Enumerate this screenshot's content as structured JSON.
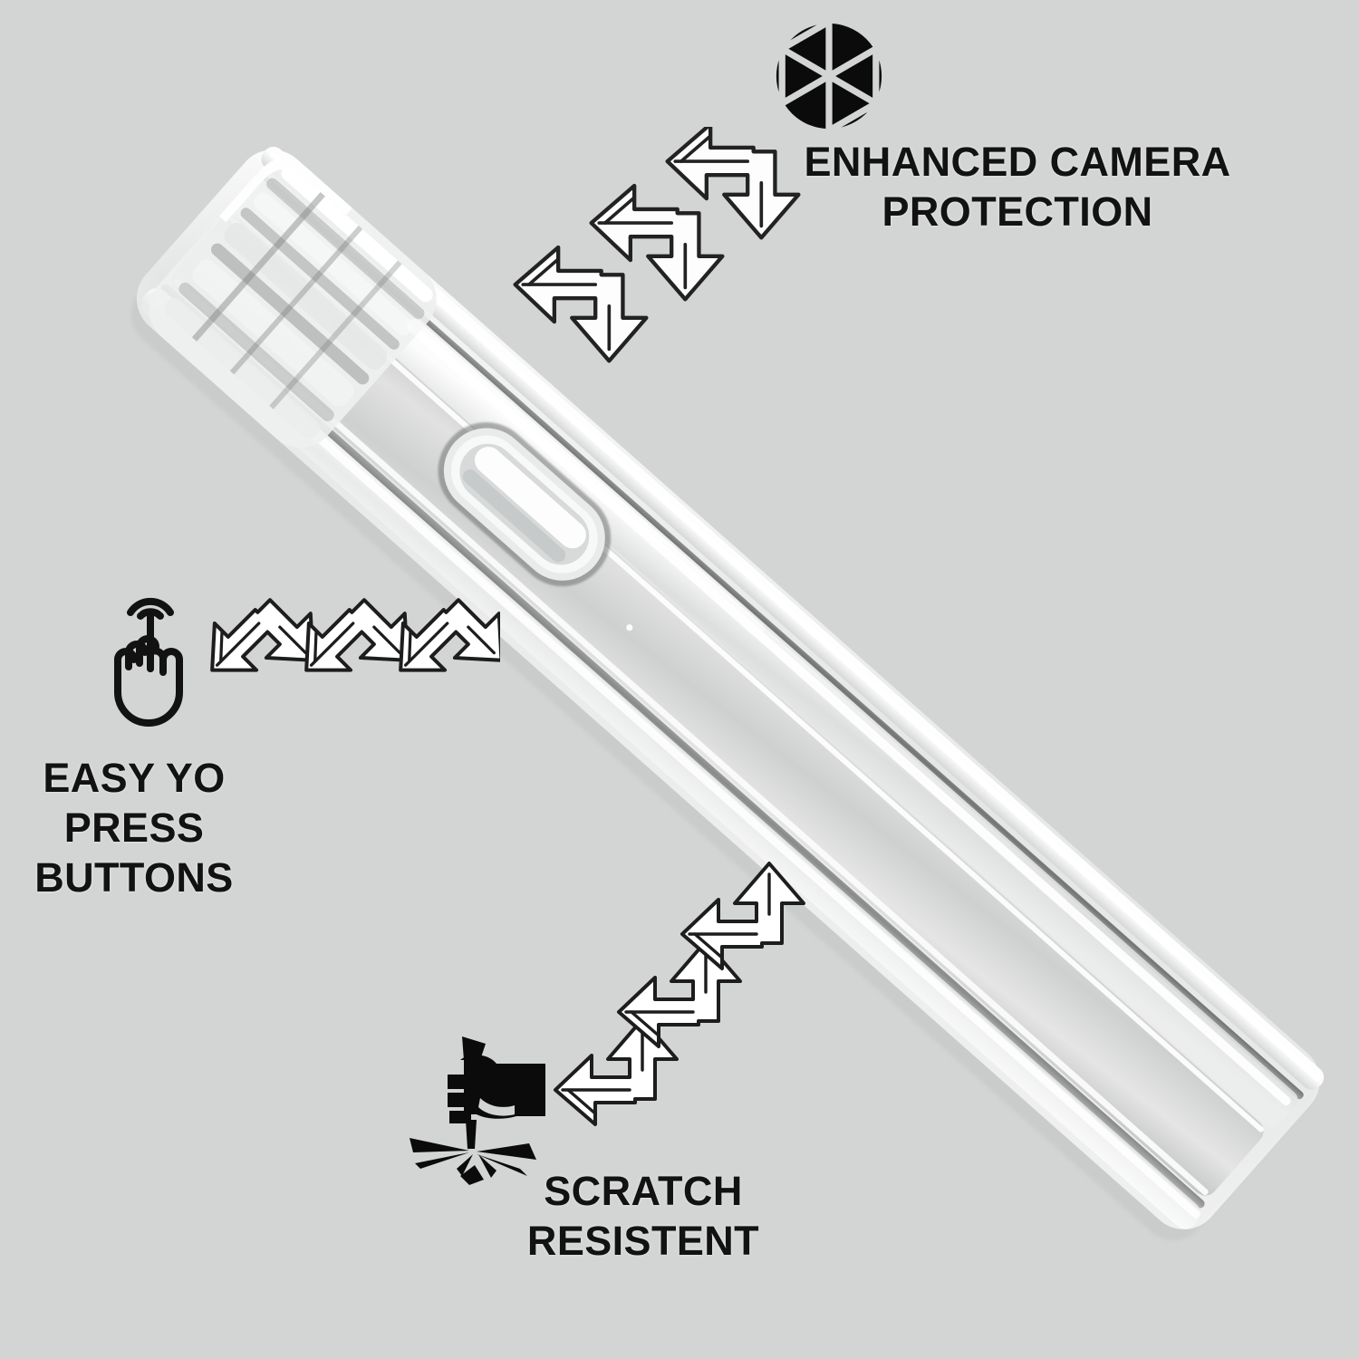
{
  "image": {
    "kind": "product-feature-graphic",
    "subject": "transparent phone case on smartphone, side profile view",
    "background_color": "#d3d5d4",
    "text_color": "#121212",
    "arrow_fill": "#ffffff",
    "arrow_stroke": "#1d1d1d"
  },
  "features": [
    {
      "id": "camera",
      "icon": "camera-aperture-icon",
      "label": "ENHANCED CAMERA\nPROTECTION",
      "arrow_count": 3,
      "arrow_direction": "up-left"
    },
    {
      "id": "buttons",
      "icon": "tap-hand-icon",
      "label": "EASY YO PRESS\nBUTTONS",
      "arrow_count": 3,
      "arrow_direction": "left"
    },
    {
      "id": "scratch",
      "icon": "scratch-blade-icon",
      "label": "SCRATCH\nRESISTENT",
      "arrow_count": 3,
      "arrow_direction": "up-right"
    }
  ],
  "phone": {
    "case_type": "clear",
    "visible_parts": [
      "top-edge-camera-bump",
      "side-power-button",
      "frosted-side-rail"
    ]
  }
}
